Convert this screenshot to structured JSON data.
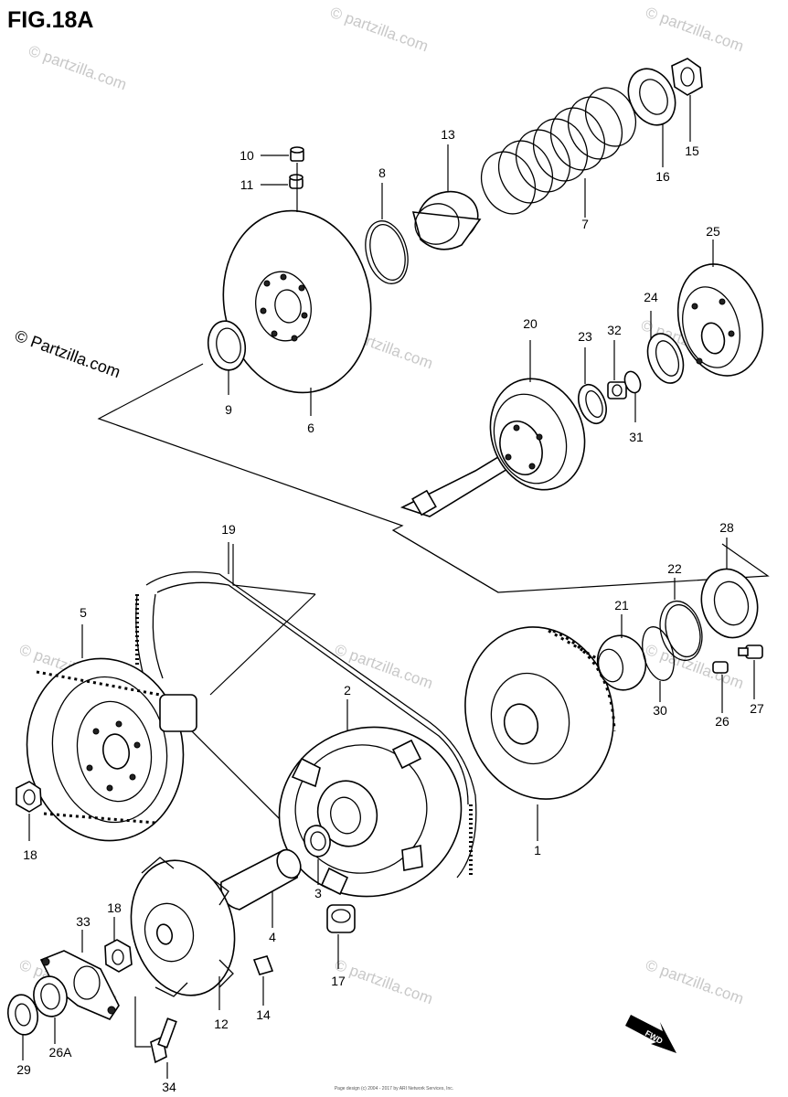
{
  "figure_title": "FIG.18A",
  "watermarks": {
    "brand": "© Partzilla.com",
    "small": "© partzilla.com"
  },
  "copyright_note": "Page design (c) 2004 - 2017 by ARI Network Services, Inc.",
  "fwd_label": "FWD",
  "callouts": {
    "c1": "1",
    "c2": "2",
    "c3": "3",
    "c4": "4",
    "c5": "5",
    "c6": "6",
    "c7": "7",
    "c8": "8",
    "c9": "9",
    "c10": "10",
    "c11": "11",
    "c12": "12",
    "c13": "13",
    "c14": "14",
    "c15": "15",
    "c16": "16",
    "c17": "17",
    "c18a": "18",
    "c18b": "18",
    "c19": "19",
    "c20": "20",
    "c21": "21",
    "c22": "22",
    "c23": "23",
    "c24": "24",
    "c25": "25",
    "c26": "26",
    "c26a": "26A",
    "c27": "27",
    "c28": "28",
    "c29": "29",
    "c30": "30",
    "c31": "31",
    "c32": "32",
    "c33": "33",
    "c34": "34"
  }
}
